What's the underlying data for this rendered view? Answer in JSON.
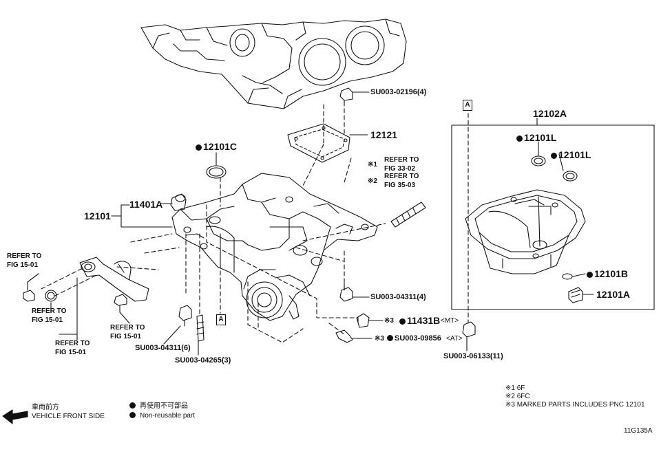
{
  "callouts": {
    "p12121": "12121",
    "p12101c": "12101C",
    "p11401a": "11401A",
    "p12101": "12101",
    "p12102a": "12102A",
    "p12101l_1": "12101L",
    "p12101l_2": "12101L",
    "p12101b": "12101B",
    "p12101a": "12101A",
    "p11431b": "11431B",
    "p11431b_tag": "<MT>",
    "su_02196": "SU003-02196(4)",
    "su_04311_4": "SU003-04311(4)",
    "su_09856": "SU003-09856",
    "su_09856_tag": "<AT>",
    "su_06133": "SU003-06133(11)",
    "su_04311_6": "SU003-04311(6)",
    "su_04265": "SU003-04265(3)",
    "note1_mark": "※1",
    "note2_mark": "※2",
    "note3_mark": "※3",
    "note3b_mark": "※3",
    "refer_fig33": "REFER TO\nFIG 33-02",
    "refer_fig35": "REFER TO\nFIG 35-03",
    "refer_a": "REFER TO\nFIG 15-01",
    "refer_b": "REFER TO\nFIG 15-01",
    "refer_c": "REFER TO\nFIG 15-01",
    "refer_d": "REFER TO\nFIG 15-01",
    "box_a1": "A",
    "box_a2": "A"
  },
  "legend": {
    "front_jp": "車両前方",
    "front_en": "VEHICLE FRONT SIDE",
    "nonreuse_jp": "再使用不可部品",
    "nonreuse_en": "Non-reusable part"
  },
  "notes": {
    "n1": "※1 6F",
    "n2": "※2 6FC",
    "n3": "※3 MARKED PARTS INCLUDES PNC 12101"
  },
  "figure_id": "11G135A"
}
